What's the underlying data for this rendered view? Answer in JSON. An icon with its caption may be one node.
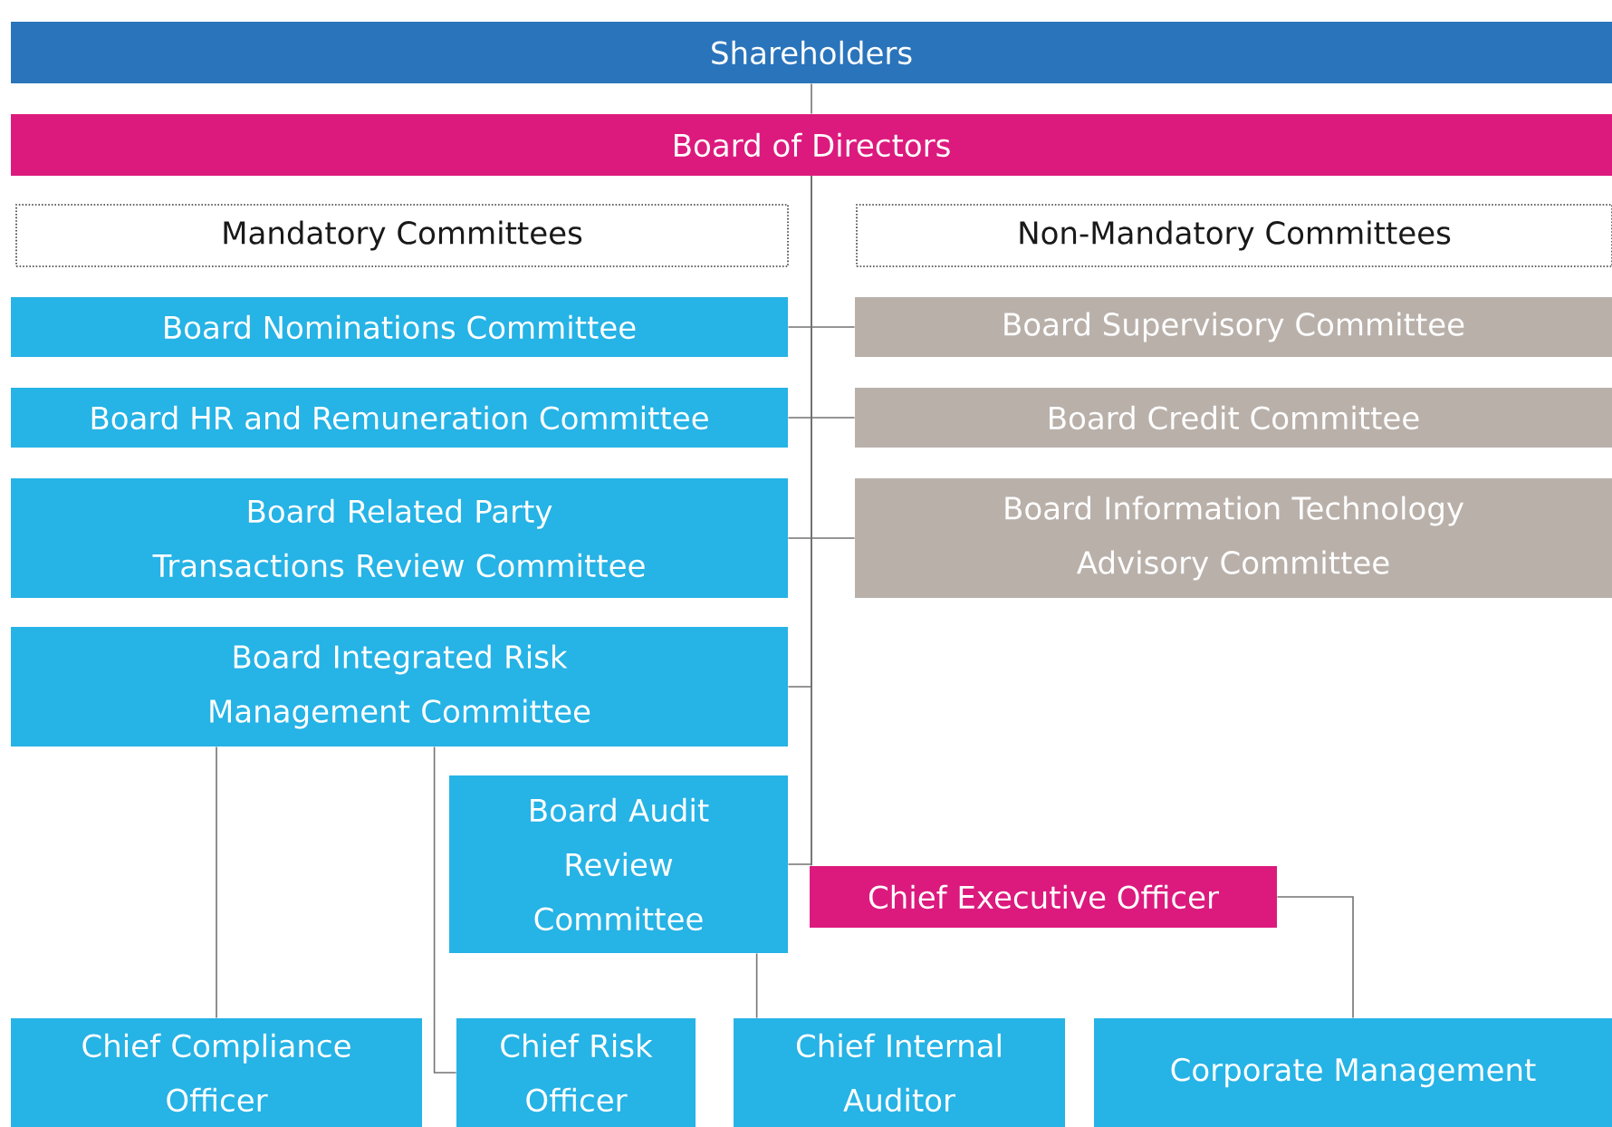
{
  "diagram": {
    "nodes": [
      {
        "text": [
          "Shareholders"
        ]
      },
      {
        "text": [
          "Board of Directors"
        ]
      },
      {
        "text": [
          "Mandatory Committees"
        ]
      },
      {
        "text": [
          "Non-Mandatory Committees"
        ]
      },
      {
        "text": [
          "Board Nominations Committee"
        ]
      },
      {
        "text": [
          "Board Supervisory Committee"
        ]
      },
      {
        "text": [
          "Board HR and Remuneration Committee"
        ]
      },
      {
        "text": [
          "Board Credit Committee"
        ]
      },
      {
        "text": [
          "Board Related Party Transactions Review Committee"
        ]
      },
      {
        "text": [
          "Board Information Technology Advisory Committee"
        ]
      },
      {
        "text": [
          "Board Integrated Risk Management Committee"
        ]
      },
      {
        "text": [
          "Board Audit Review Committee"
        ]
      },
      {
        "text": [
          "Chief Executive Officer"
        ]
      },
      {
        "text": [
          "Chief Compliance Officer"
        ]
      },
      {
        "text": [
          "Chief Risk Officer"
        ]
      },
      {
        "text": [
          "Chief Internal Auditor"
        ]
      },
      {
        "text": [
          "Corporate Management"
        ]
      }
    ],
    "edges": [
      {
        "from": 0,
        "to": 1,
        "arrow": "none"
      },
      {
        "from": 1,
        "to": 4,
        "arrow": "none"
      },
      {
        "from": 1,
        "to": 5,
        "arrow": "none"
      },
      {
        "from": 1,
        "to": 6,
        "arrow": "none"
      },
      {
        "from": 1,
        "to": 7,
        "arrow": "none"
      },
      {
        "from": 1,
        "to": 8,
        "arrow": "none"
      },
      {
        "from": 1,
        "to": 9,
        "arrow": "none"
      },
      {
        "from": 1,
        "to": 10,
        "arrow": "none"
      },
      {
        "from": 1,
        "to": 11,
        "arrow": "none"
      },
      {
        "from": 1,
        "to": 12,
        "arrow": "none"
      },
      {
        "from": 10,
        "to": 13,
        "arrow": "none"
      },
      {
        "from": 10,
        "to": 14,
        "arrow": "none"
      },
      {
        "from": 11,
        "to": 15,
        "arrow": "none"
      },
      {
        "from": 12,
        "to": 16,
        "arrow": "none"
      }
    ]
  }
}
